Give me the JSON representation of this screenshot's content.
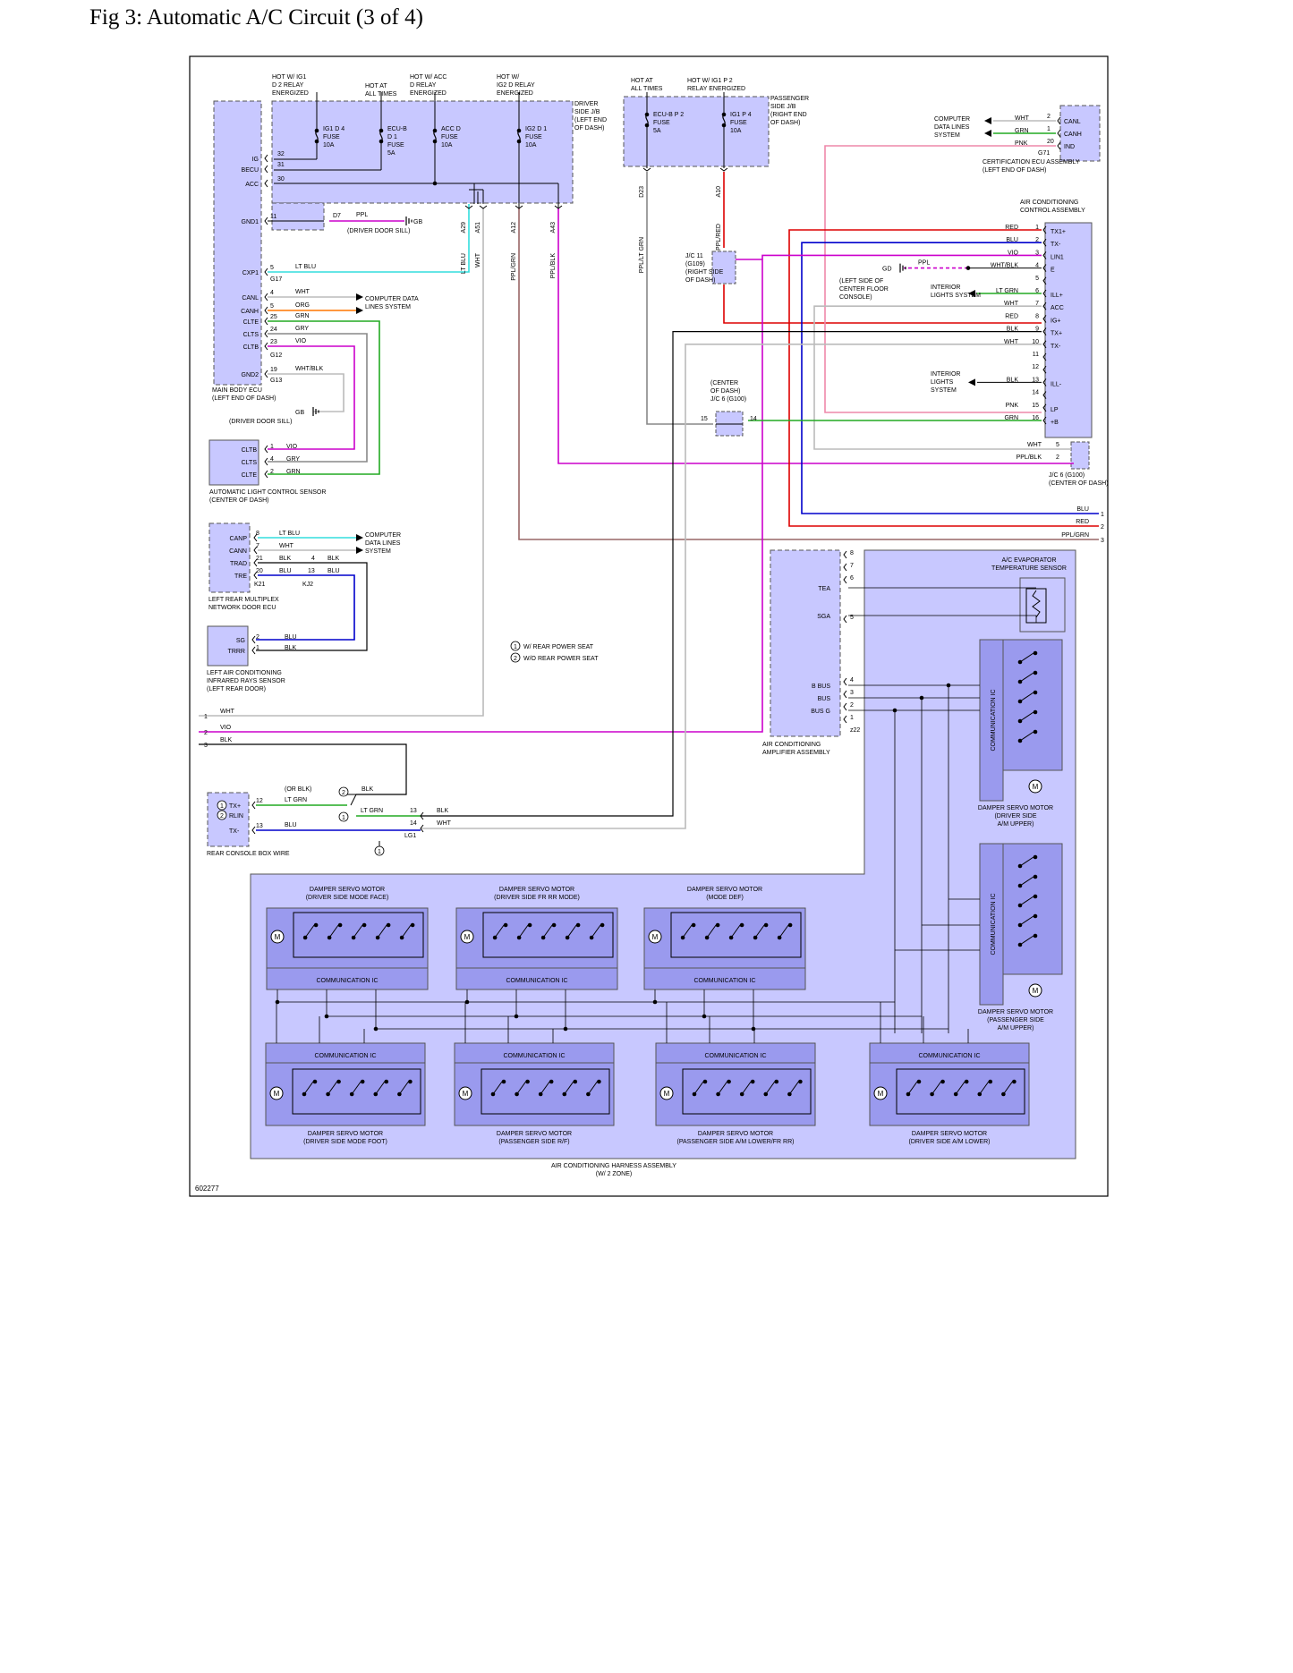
{
  "title": "Fig 3: Automatic A/C Circuit (3 of 4)",
  "figure_id": "602277",
  "labels": {
    "hot_ig1_d2": [
      "HOT W/ IG1",
      "D 2 RELAY",
      "ENERGIZED"
    ],
    "hot_all_times_1": [
      "HOT AT",
      "ALL TIMES"
    ],
    "hot_acc_d": [
      "HOT W/ ACC",
      "D RELAY",
      "ENERGIZED"
    ],
    "hot_ig2_d": [
      "HOT W/",
      "IG2 D RELAY",
      "ENERGIZED"
    ],
    "hot_all_times_2": [
      "HOT AT",
      "ALL TIMES"
    ],
    "hot_ig1_p2": [
      "HOT W/ IG1 P 2",
      "RELAY ENERGIZED"
    ],
    "driver_jb": [
      "DRIVER",
      "SIDE J/B",
      "(LEFT END",
      "OF DASH)"
    ],
    "passenger_jb": [
      "PASSENGER",
      "SIDE J/B",
      "(RIGHT END",
      "OF DASH)"
    ],
    "fuse_ig1d4": [
      "IG1 D 4",
      "FUSE",
      "10A"
    ],
    "fuse_ecubd1": [
      "ECU-B",
      "D 1",
      "FUSE",
      "5A"
    ],
    "fuse_accd": [
      "ACC D",
      "FUSE",
      "10A"
    ],
    "fuse_ig2d1": [
      "IG2 D 1",
      "FUSE",
      "10A"
    ],
    "fuse_ecubp2": [
      "ECU-B P 2",
      "FUSE",
      "5A"
    ],
    "fuse_ig1p4": [
      "IG1 P 4",
      "FUSE",
      "10A"
    ],
    "main_body_ecu": [
      "MAIN BODY ECU",
      "(LEFT END OF DASH)"
    ],
    "mb_pins": [
      "IG",
      "BECU",
      "ACC",
      "GND1",
      "CXP1",
      "CANL",
      "CANH",
      "CLTE",
      "CLTS",
      "CLTB",
      "GND2"
    ],
    "mb_nums": [
      "32",
      "31",
      "30",
      "11",
      "5",
      "4",
      "5",
      "25",
      "24",
      "23",
      "19"
    ],
    "mb_wires": [
      "LT BLU",
      "WHT",
      "ORG",
      "GRN",
      "GRY",
      "VIO",
      "WHT/BLK"
    ],
    "conn_g17": "G17",
    "conn_g12": "G12",
    "conn_g13": "G13",
    "computer_data_lines": [
      "COMPUTER DATA",
      "LINES SYSTEM"
    ],
    "gb": "GB",
    "driver_door_sill": "(DRIVER DOOR SILL)",
    "d7": "D7",
    "ppl": "PPL",
    "col_conn": [
      "A29",
      "A51",
      "A12",
      "A43"
    ],
    "col_wires": [
      "LT BLU",
      "WHT",
      "PPL/GRN",
      "PPL/BLK"
    ],
    "pas_conn": [
      "D23",
      "A10"
    ],
    "pas_wires": [
      "PPL/LT GRN",
      "PPL/RED"
    ],
    "jc11": [
      "J/C 11",
      "(G109)",
      "(RIGHT SIDE",
      "OF DASH)"
    ],
    "jc6_center": [
      "(CENTER",
      "OF DASH)",
      "J/C 6 (G100)"
    ],
    "gd": "GD",
    "gd_loc": [
      "(LEFT SIDE OF",
      "CENTER FLOOR",
      "CONSOLE)"
    ],
    "interior_lights_1": [
      "INTERIOR",
      "LIGHTS SYSTEM"
    ],
    "interior_lights_2": [
      "INTERIOR",
      "LIGHTS",
      "SYSTEM"
    ],
    "cert_ecu": [
      "CERTIFICATION ECU ASSEMBLY",
      "(LEFT END OF DASH)"
    ],
    "cert_pins": [
      "CANL",
      "CANH",
      "IND"
    ],
    "cert_wires": [
      "WHT",
      "GRN",
      "PNK"
    ],
    "cert_nums": [
      "2",
      "1",
      "20"
    ],
    "conn_g71": "G71",
    "computer_data_lines_3": [
      "COMPUTER",
      "DATA LINES",
      "SYSTEM"
    ],
    "ac_control": [
      "AIR CONDITIONING",
      "CONTROL ASSEMBLY"
    ],
    "acc_pins": [
      "TX1+",
      "TX-",
      "LIN1",
      "E",
      "",
      "ILL+",
      "ACC",
      "IG+",
      "TX+",
      "TX-",
      "",
      "",
      "ILL-",
      "",
      "LP",
      "+B"
    ],
    "acc_wires": [
      "RED",
      "BLU",
      "VIO",
      "WHT/BLK",
      "",
      "LT GRN",
      "WHT",
      "RED",
      "BLK",
      "WHT",
      "",
      "",
      "BLK",
      "",
      "PNK",
      "GRN"
    ],
    "acc_nums": [
      "1",
      "2",
      "3",
      "4",
      "5",
      "6",
      "7",
      "8",
      "9",
      "10",
      "11",
      "12",
      "13",
      "14",
      "15",
      "16"
    ],
    "jc6_right": [
      "J/C 6 (G100)",
      "(CENTER OF DASH)"
    ],
    "jc6_right_wires": [
      "WHT",
      "PPL/BLK"
    ],
    "jc6_right_nums": [
      "5",
      "2"
    ],
    "jc6_nums": [
      "15",
      "14"
    ],
    "right_edge_wires": [
      "BLU",
      "RED",
      "PPL/GRN"
    ],
    "right_edge_nums": [
      "1",
      "2",
      "3"
    ],
    "light_sensor": [
      "AUTOMATIC LIGHT CONTROL SENSOR",
      "(CENTER OF DASH)"
    ],
    "ls_pins": [
      "CLTB",
      "CLTS",
      "CLTE"
    ],
    "ls_nums": [
      "1",
      "4",
      "2"
    ],
    "ls_wires": [
      "VIO",
      "GRY",
      "GRN"
    ],
    "door_ecu": [
      "LEFT REAR MULTIPLEX",
      "NETWORK DOOR ECU"
    ],
    "door_pins": [
      "CANP",
      "CANN",
      "TRAD",
      "TRE"
    ],
    "door_nums": [
      "8",
      "7",
      "21",
      "20"
    ],
    "door_wires": [
      "LT BLU",
      "WHT",
      "BLK",
      "BLU"
    ],
    "door_nums2": [
      "4",
      "13"
    ],
    "door_wires2": [
      "BLK",
      "BLU"
    ],
    "conn_k21": "K21",
    "conn_kj2": "KJ2",
    "ir_sensor": [
      "LEFT AIR CONDITIONING",
      "INFRARED RAYS SENSOR",
      "(LEFT REAR DOOR)"
    ],
    "ir_pins": [
      "SG",
      "TRRR"
    ],
    "ir_nums": [
      "2",
      "1"
    ],
    "ir_wires": [
      "BLU",
      "BLK"
    ],
    "left_edge_wires": [
      "WHT",
      "VIO",
      "BLK"
    ],
    "left_edge_nums": [
      "1",
      "2",
      "3"
    ],
    "legend": [
      "W/ REAR POWER SEAT",
      "W/O REAR POWER SEAT"
    ],
    "legend_marks": [
      "1",
      "2"
    ],
    "console_box": "REAR CONSOLE BOX WIRE",
    "console_pins": [
      "TX+",
      "RLIN",
      "TX-"
    ],
    "console_nums": [
      "12",
      "13"
    ],
    "console_wires": [
      "LT GRN",
      "BLU"
    ],
    "or_blk": "(OR BLK)",
    "blk": "BLK",
    "lt_grn": "LT GRN",
    "wht": "WHT",
    "nums_13_14": [
      "13",
      "14"
    ],
    "conn_lg1": "LG1",
    "amp": [
      "AIR CONDITIONING",
      "AMPLIFIER ASSEMBLY"
    ],
    "amp_pins": [
      "TEA",
      "SGA",
      "B BUS",
      "BUS",
      "BUS G"
    ],
    "amp_nums": [
      "8",
      "7",
      "6",
      "5",
      "4",
      "3",
      "2",
      "1"
    ],
    "conn_z22": "z22",
    "evap_sensor": [
      "A/C EVAPORATOR",
      "TEMPERATURE SENSOR"
    ],
    "comm_ic": "COMMUNICATION IC",
    "motor_m": "M",
    "servo_dr_am_upper": [
      "DAMPER SERVO MOTOR",
      "(DRIVER SIDE",
      "A/M UPPER)"
    ],
    "servo_pas_am_upper": [
      "DAMPER SERVO MOTOR",
      "(PASSENGER SIDE",
      "A/M UPPER)"
    ],
    "servo_top": [
      [
        "DAMPER SERVO MOTOR",
        "(DRIVER SIDE MODE FACE)"
      ],
      [
        "DAMPER SERVO MOTOR",
        "(DRIVER SIDE FR RR MODE)"
      ],
      [
        "DAMPER SERVO MOTOR",
        "(MODE DEF)"
      ]
    ],
    "servo_bottom": [
      [
        "DAMPER SERVO MOTOR",
        "(DRIVER SIDE MODE FOOT)"
      ],
      [
        "DAMPER SERVO MOTOR",
        "(PASSENGER SIDE R/F)"
      ],
      [
        "DAMPER SERVO MOTOR",
        "(PASSENGER SIDE A/M LOWER/FR RR)"
      ],
      [
        "DAMPER SERVO MOTOR",
        "(DRIVER SIDE A/M LOWER)"
      ]
    ],
    "harness": [
      "AIR CONDITIONING HARNESS ASSEMBLY",
      "(W/ 2 ZONE)"
    ]
  },
  "colors": {
    "component_fill": "#c8c8ff",
    "ic_fill": "#9a9aee",
    "lt_blu": "#33dddd",
    "wht": "#bbbbbb",
    "org": "#ff7700",
    "grn": "#22aa22",
    "gry": "#888888",
    "vio": "#cc00cc",
    "red": "#dd0000",
    "blu": "#0000cc",
    "pnk": "#ee88aa",
    "ppl_grn": "#996666",
    "blk": "#000000"
  }
}
